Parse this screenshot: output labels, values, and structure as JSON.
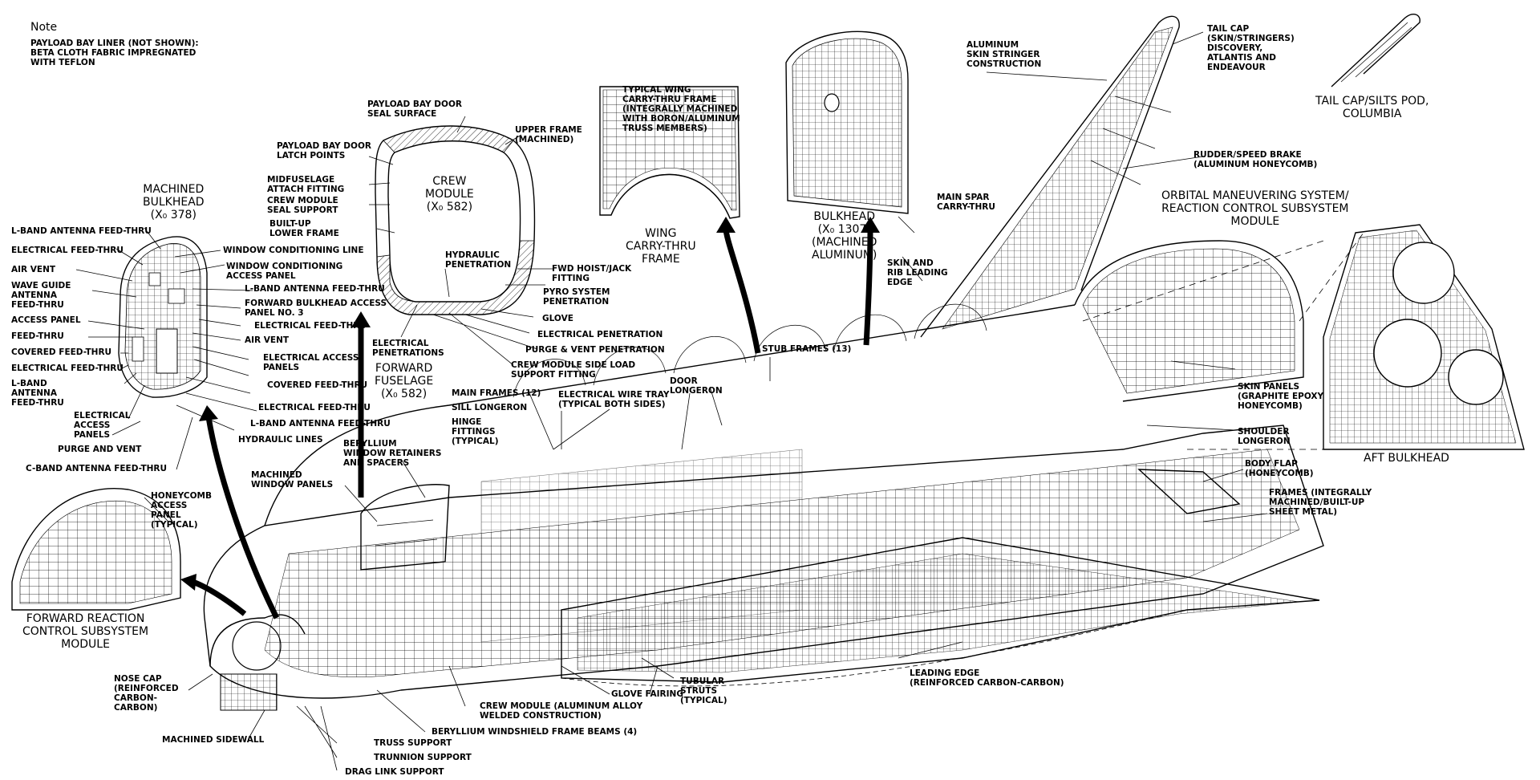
{
  "note": {
    "heading": "Note",
    "text": "PAYLOAD BAY LINER (NOT SHOWN):\nBETA CLOTH FABRIC IMPREGNATED\nWITH TEFLON"
  },
  "titles": {
    "machined_bulkhead": "MACHINED\nBULKHEAD\n(X₀ 378)",
    "crew_module": "CREW\nMODULE\n(X₀ 582)",
    "forward_fuselage": "FORWARD\nFUSELAGE\n(X₀ 582)",
    "wing_carry_thru": "WING\nCARRY-THRU\nFRAME",
    "bulkhead_1307": "BULKHEAD\n(X₀ 1307)\n(MACHINED\nALUMINUM)",
    "tail_cap_silts": "TAIL CAP/SILTS POD,\nCOLUMBIA",
    "oms_rcs": "ORBITAL MANEUVERING SYSTEM/\nREACTION CONTROL SUBSYSTEM\nMODULE",
    "aft_bulkhead": "AFT BULKHEAD",
    "forward_rcs": "FORWARD REACTION\nCONTROL SUBSYSTEM\nMODULE"
  },
  "callouts": {
    "l_band_feed_1": "L-BAND ANTENNA FEED-THRU",
    "electrical_feed_1": "ELECTRICAL FEED-THRU",
    "air_vent_1": "AIR VENT",
    "wave_guide": "WAVE GUIDE\nANTENNA\nFEED-THRU",
    "access_panel": "ACCESS PANEL",
    "feed_thru": "FEED-THRU",
    "covered_feed_1": "COVERED FEED-THRU",
    "electrical_feed_2": "ELECTRICAL FEED-THRU",
    "l_band_feed_left": "L-BAND\nANTENNA\nFEED-THRU",
    "electrical_access_left": "ELECTRICAL\nACCESS\nPANELS",
    "purge_vent": "PURGE AND VENT",
    "c_band": "C-BAND ANTENNA FEED-THRU",
    "window_conditioning_line": "WINDOW CONDITIONING LINE",
    "window_conditioning_panel": "WINDOW CONDITIONING\nACCESS PANEL",
    "l_band_feed_2": "L-BAND ANTENNA FEED-THRU",
    "forward_bulkhead_access": "FORWARD BULKHEAD ACCESS\nPANEL NO. 3",
    "electrical_feed_3": "ELECTRICAL FEED-THRU",
    "air_vent_2": "AIR VENT",
    "electrical_access_right": "ELECTRICAL ACCESS\nPANELS",
    "covered_feed_2": "COVERED FEED-THRU",
    "electrical_feed_4": "ELECTRICAL FEED-THRU",
    "l_band_feed_3": "L-BAND ANTENNA FEED-THRU",
    "hydraulic_lines": "HYDRAULIC LINES",
    "payload_bay_door_seal": "PAYLOAD BAY DOOR\nSEAL SURFACE",
    "upper_frame": "UPPER FRAME\n(MACHINED)",
    "payload_latch": "PAYLOAD BAY DOOR\nLATCH POINTS",
    "midfuselage_attach": "MIDFUSELAGE\nATTACH FITTING",
    "crew_module_seal": "CREW MODULE\nSEAL SUPPORT",
    "built_up_lower": "BUILT-UP\nLOWER FRAME",
    "hydraulic_penetration": "HYDRAULIC\nPENETRATION",
    "fwd_hoist": "FWD HOIST/JACK\nFITTING",
    "pyro_system": "PYRO SYSTEM\nPENETRATION",
    "glove": "GLOVE",
    "electrical_penetration": "ELECTRICAL PENETRATION",
    "purge_vent_penetration": "PURGE & VENT PENETRATION",
    "side_load": "CREW MODULE SIDE LOAD\nSUPPORT FITTING",
    "electrical_penetrations": "ELECTRICAL\nPENETRATIONS",
    "wing_carry_desc": "TYPICAL WING\nCARRY-THRU FRAME\n(INTEGRALLY MACHINED\nWITH BORON/ALUMINUM\nTRUSS MEMBERS)",
    "main_spar": "MAIN SPAR\nCARRY-THRU",
    "skin_rib": "SKIN AND\nRIB LEADING\nEDGE",
    "aluminum_skin": "ALUMINUM\nSKIN STRINGER\nCONSTRUCTION",
    "tail_cap": "TAIL CAP\n(SKIN/STRINGERS)\nDISCOVERY,\nATLANTIS AND\nENDEAVOUR",
    "rudder": "RUDDER/SPEED BRAKE\n(ALUMINUM HONEYCOMB)",
    "stub_frames": "STUB FRAMES (13)",
    "main_frames": "MAIN FRAMES (12)",
    "sill_longeron": "SILL LONGERON",
    "hinge_fittings": "HINGE\nFITTINGS\n(TYPICAL)",
    "electrical_wire_tray": "ELECTRICAL WIRE TRAY\n(TYPICAL BOTH SIDES)",
    "door_longeron": "DOOR\nLONGERON",
    "beryllium_window": "BERYLLIUM\nWINDOW RETAINERS\nAND SPACERS",
    "machined_window": "MACHINED\nWINDOW PANELS",
    "honeycomb_access": "HONEYCOMB\nACCESS\nPANEL\n(TYPICAL)",
    "skin_panels": "SKIN PANELS\n(GRAPHITE EPOXY\nHONEYCOMB)",
    "shoulder_longeron": "SHOULDER\nLONGERON",
    "body_flap": "BODY FLAP\n(HONEYCOMB)",
    "frames_integral": "FRAMES (INTEGRALLY\nMACHINED/BUILT-UP\nSHEET METAL)",
    "leading_edge": "LEADING EDGE\n(REINFORCED CARBON-CARBON)",
    "nose_cap": "NOSE CAP\n(REINFORCED\nCARBON-\nCARBON)",
    "machined_sidewall": "MACHINED SIDEWALL",
    "truss_support": "TRUSS SUPPORT",
    "trunnion_support": "TRUNNION SUPPORT",
    "drag_link": "DRAG LINK SUPPORT",
    "beryllium_windshield": "BERYLLIUM WINDSHIELD FRAME BEAMS (4)",
    "crew_module_aluminum": "CREW MODULE (ALUMINUM ALLOY\nWELDED CONSTRUCTION)",
    "glove_fairing": "GLOVE FAIRING",
    "tubular_struts": "TUBULAR\nSTRUTS\n(TYPICAL)"
  }
}
